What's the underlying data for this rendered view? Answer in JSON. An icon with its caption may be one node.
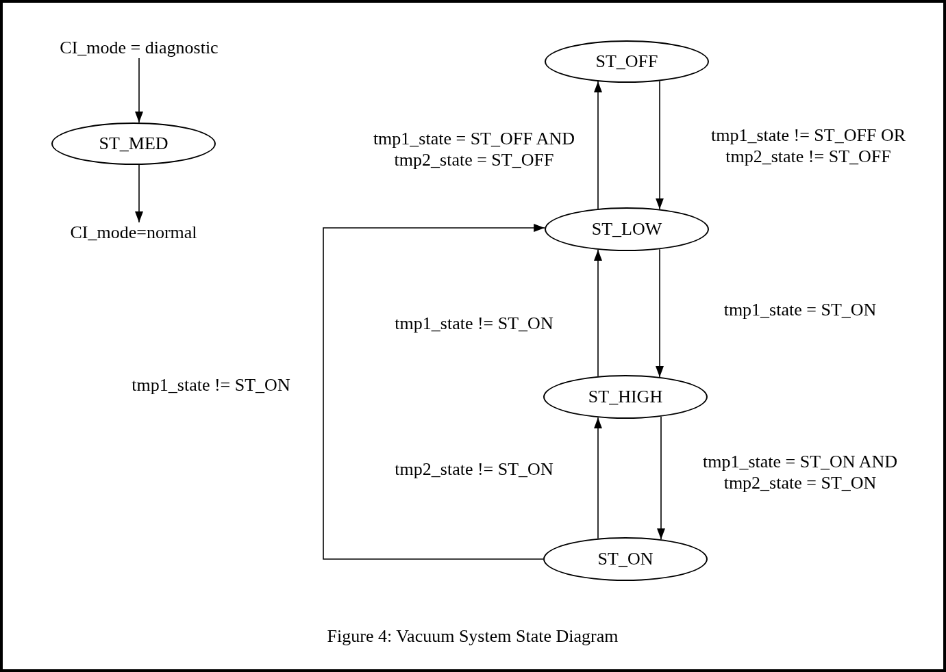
{
  "diagram": {
    "caption": "Figure 4: Vacuum System State Diagram",
    "nodes": [
      {
        "text": [
          "CI_mode = diagnostic"
        ]
      },
      {
        "text": [
          "ST_MED"
        ]
      },
      {
        "text": [
          "CI_mode=normal"
        ]
      },
      {
        "text": [
          "ST_OFF"
        ]
      },
      {
        "text": [
          "ST_LOW"
        ]
      },
      {
        "text": [
          "ST_HIGH"
        ]
      },
      {
        "text": [
          "ST_ON"
        ]
      }
    ],
    "edges": [
      {
        "from": 0,
        "to": 1,
        "arrow": "to"
      },
      {
        "from": 1,
        "to": 2,
        "arrow": "to"
      },
      {
        "from": 4,
        "to": 3,
        "arrow": "to",
        "label": "tmp1_state = ST_OFF AND tmp2_state = ST_OFF"
      },
      {
        "from": 3,
        "to": 4,
        "arrow": "to",
        "label": "tmp1_state != ST_OFF OR tmp2_state != ST_OFF"
      },
      {
        "from": 4,
        "to": 5,
        "arrow": "to",
        "label": "tmp1_state = ST_ON"
      },
      {
        "from": 5,
        "to": 4,
        "arrow": "to",
        "label": "tmp1_state != ST_ON"
      },
      {
        "from": 5,
        "to": 6,
        "arrow": "to",
        "label": "tmp1_state = ST_ON AND tmp2_state = ST_ON"
      },
      {
        "from": 6,
        "to": 5,
        "arrow": "to",
        "label": "tmp2_state != ST_ON"
      },
      {
        "from": 6,
        "to": 4,
        "arrow": "to",
        "label": "tmp1_state != ST_ON"
      }
    ]
  }
}
